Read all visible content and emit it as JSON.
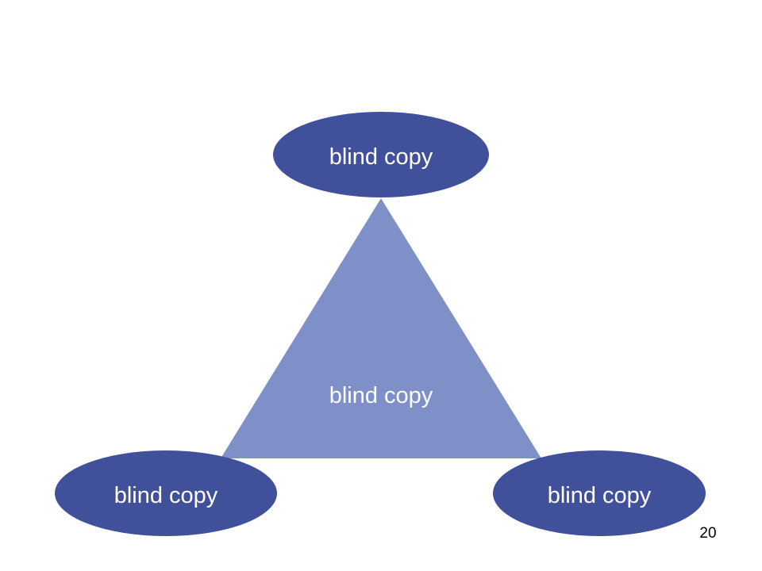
{
  "diagram": {
    "center": {
      "label": "blind copy"
    },
    "nodes": {
      "top": {
        "label": "blind copy"
      },
      "bottom_left": {
        "label": "blind copy"
      },
      "bottom_right": {
        "label": "blind copy"
      }
    },
    "colors": {
      "node_fill": "#41509a",
      "triangle_fill": "#7f8fc7",
      "label_text": "#ffffff"
    }
  },
  "footer": {
    "page_number": "20"
  }
}
